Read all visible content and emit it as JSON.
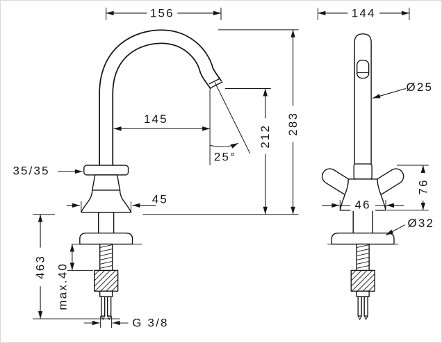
{
  "front_view": {
    "spout_reach_overall": "156",
    "spout_reach": "145",
    "overall_height": "283",
    "outlet_height": "212",
    "outlet_angle": "25°",
    "handle_width": "35/35",
    "base_width": "45",
    "depth_with_hoses": "463",
    "max_deck_thickness": "max.40",
    "supply_thread": "G 3/8"
  },
  "side_view": {
    "overall_depth": "144",
    "spout_diameter": "Ø25",
    "body_width": "46",
    "handle_zone_height": "76",
    "shank_diameter": "Ø32"
  }
}
